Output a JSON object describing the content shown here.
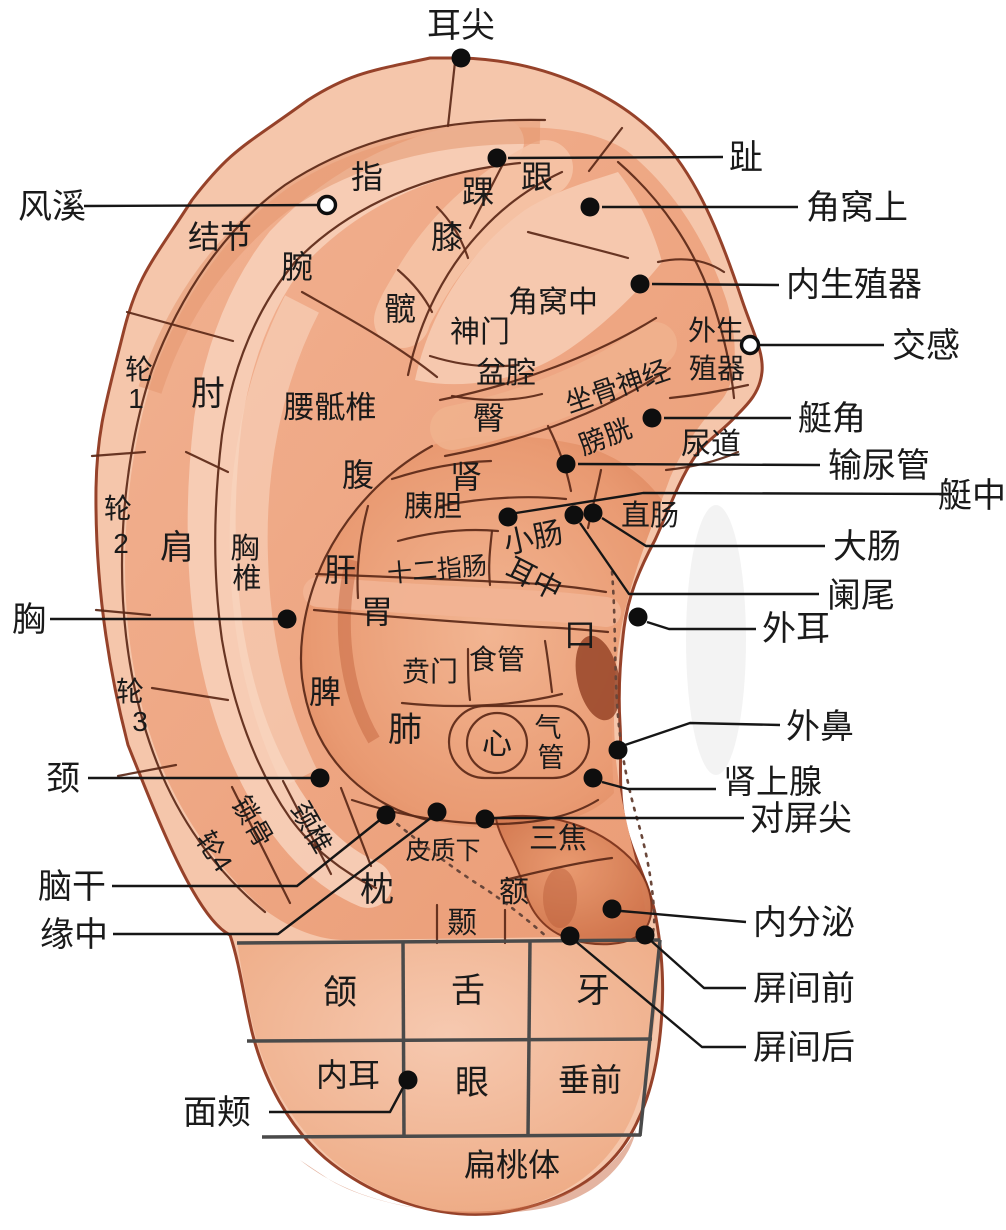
{
  "diagram": {
    "kind": "ear-acupoint-chart",
    "background": "#ffffff"
  },
  "palette": {
    "rim_light": "#f6c9ae",
    "skin_base": "#efa780",
    "concha_mid": "#e89a72",
    "concha_deep": "#d97f57",
    "shadow_deep": "#8f3c20",
    "outline": "#96422a",
    "region_line": "#5b2817",
    "grid_line": "#4a4a4a",
    "text": "#1a1a1a",
    "marker": "#0e0e0e"
  },
  "regions": {
    "finger": {
      "label": "指"
    },
    "tubercle": {
      "label": "结节"
    },
    "wrist": {
      "label": "腕"
    },
    "ankle": {
      "label": "踝"
    },
    "heel": {
      "label": "跟"
    },
    "knee": {
      "label": "膝"
    },
    "hip": {
      "label": "髋"
    },
    "shenmen": {
      "label": "神门"
    },
    "fossa_mid": {
      "label": "角窝中"
    },
    "pelvis": {
      "label": "盆腔"
    },
    "buttock": {
      "label": "臀"
    },
    "sciatic_nerve": {
      "label": "坐骨神经"
    },
    "bladder": {
      "label": "膀胱"
    },
    "kidney": {
      "label": "肾"
    },
    "urethra": {
      "label": "尿道"
    },
    "external_genitals": {
      "label": "外生殖器",
      "lines": [
        "外生",
        "殖器"
      ]
    },
    "helix1": {
      "label": "轮1",
      "lines": [
        "轮",
        "1"
      ]
    },
    "elbow": {
      "label": "肘"
    },
    "lumbosacral": {
      "label": "腰骶椎"
    },
    "helix2": {
      "label": "轮2",
      "lines": [
        "轮",
        "2"
      ]
    },
    "shoulder": {
      "label": "肩"
    },
    "thoracic": {
      "label": "胸椎",
      "lines": [
        "胸",
        "椎"
      ]
    },
    "abdomen": {
      "label": "腹"
    },
    "pancreas_gallbladder": {
      "label": "胰胆"
    },
    "liver": {
      "label": "肝"
    },
    "duodenum": {
      "label": "十二指肠"
    },
    "stomach": {
      "label": "胃"
    },
    "small_intestine": {
      "label": "小肠"
    },
    "rectum": {
      "label": "直肠"
    },
    "ear_center": {
      "label": "耳中"
    },
    "cardia": {
      "label": "贲门"
    },
    "esophagus": {
      "label": "食管"
    },
    "mouth": {
      "label": "口"
    },
    "spleen": {
      "label": "脾"
    },
    "helix3": {
      "label": "轮3",
      "lines": [
        "轮",
        "3"
      ]
    },
    "lung": {
      "label": "肺"
    },
    "heart": {
      "label": "心"
    },
    "trachea": {
      "label": "气管",
      "lines": [
        "气",
        "管"
      ]
    },
    "helix4": {
      "label": "轮4"
    },
    "clavicle": {
      "label": "锁骨"
    },
    "cervical_vertebrae": {
      "label": "颈椎"
    },
    "subcortex": {
      "label": "皮质下"
    },
    "occiput": {
      "label": "枕"
    },
    "temple": {
      "label": "颞"
    },
    "sanjiao": {
      "label": "三焦"
    },
    "forehead": {
      "label": "额"
    },
    "jaw": {
      "label": "颌"
    },
    "tongue": {
      "label": "舌"
    },
    "teeth": {
      "label": "牙"
    },
    "inner_ear": {
      "label": "内耳"
    },
    "eye": {
      "label": "眼"
    },
    "anterior_earlobe": {
      "label": "垂前"
    },
    "tonsil": {
      "label": "扁桃体"
    }
  },
  "points": {
    "ear_apex": {
      "label": "耳尖",
      "marker": "dot"
    },
    "fengxi": {
      "label": "风溪",
      "marker": "open-circle"
    },
    "toe": {
      "label": "趾",
      "marker": "dot"
    },
    "fossa_sup": {
      "label": "角窝上",
      "marker": "dot"
    },
    "internal_genitals": {
      "label": "内生殖器",
      "marker": "dot"
    },
    "sympathetic": {
      "label": "交感",
      "marker": "open-circle"
    },
    "tingjiao": {
      "label": "艇角",
      "marker": "dot"
    },
    "ureter": {
      "label": "输尿管",
      "marker": "dot"
    },
    "tingzhong": {
      "label": "艇中",
      "marker": "dot"
    },
    "large_intestine": {
      "label": "大肠",
      "marker": "dot"
    },
    "appendix": {
      "label": "阑尾",
      "marker": "dot"
    },
    "external_ear": {
      "label": "外耳",
      "marker": "dot"
    },
    "external_nose": {
      "label": "外鼻",
      "marker": "dot"
    },
    "adrenal": {
      "label": "肾上腺",
      "marker": "dot"
    },
    "chest": {
      "label": "胸",
      "marker": "dot"
    },
    "neck": {
      "label": "颈",
      "marker": "dot"
    },
    "brainstem": {
      "label": "脑干",
      "marker": "dot"
    },
    "yuanzhong": {
      "label": "缘中",
      "marker": "dot"
    },
    "antitragus_apex": {
      "label": "对屏尖",
      "marker": "dot"
    },
    "endocrine": {
      "label": "内分泌",
      "marker": "dot"
    },
    "screen_notch_front": {
      "label": "屏间前",
      "marker": "dot"
    },
    "screen_notch_back": {
      "label": "屏间后",
      "marker": "dot"
    },
    "cheek": {
      "label": "面颊",
      "marker": "dot"
    }
  }
}
